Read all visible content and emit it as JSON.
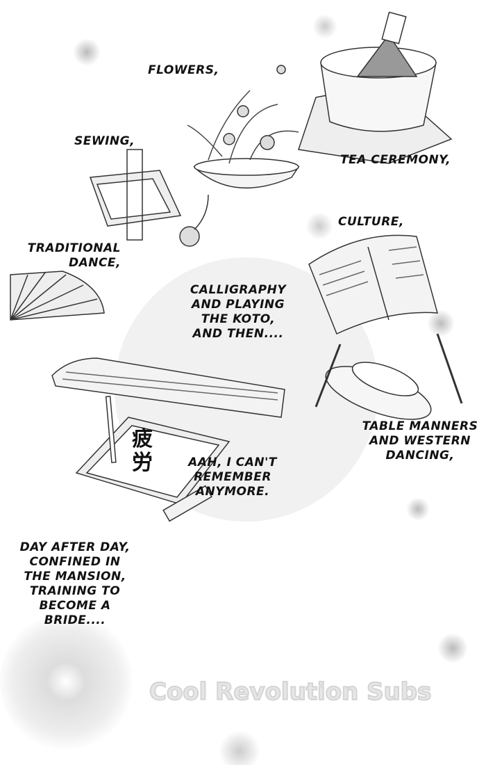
{
  "captions": {
    "flowers": "FLOWERS,",
    "sewing": "SEWING,",
    "tea": "TEA CEREMONY,",
    "culture": "CULTURE,",
    "dance": "TRADITIONAL\nDANCE,",
    "calligraphy": "CALLIGRAPHY\nAND PLAYING\nTHE KOTO,\nAND THEN....",
    "manners": "TABLE MANNERS\nAND WESTERN\nDANCING,",
    "remember": "AAH, I CAN'T\nREMEMBER\nANYMORE.",
    "bride": "DAY AFTER DAY,\nCONFINED IN\nTHE MANSION,\nTRAINING TO\nBECOME A\nBRIDE...."
  },
  "calligraphy_kanji": "疲労",
  "watermark": "Cool Revolution Subs"
}
